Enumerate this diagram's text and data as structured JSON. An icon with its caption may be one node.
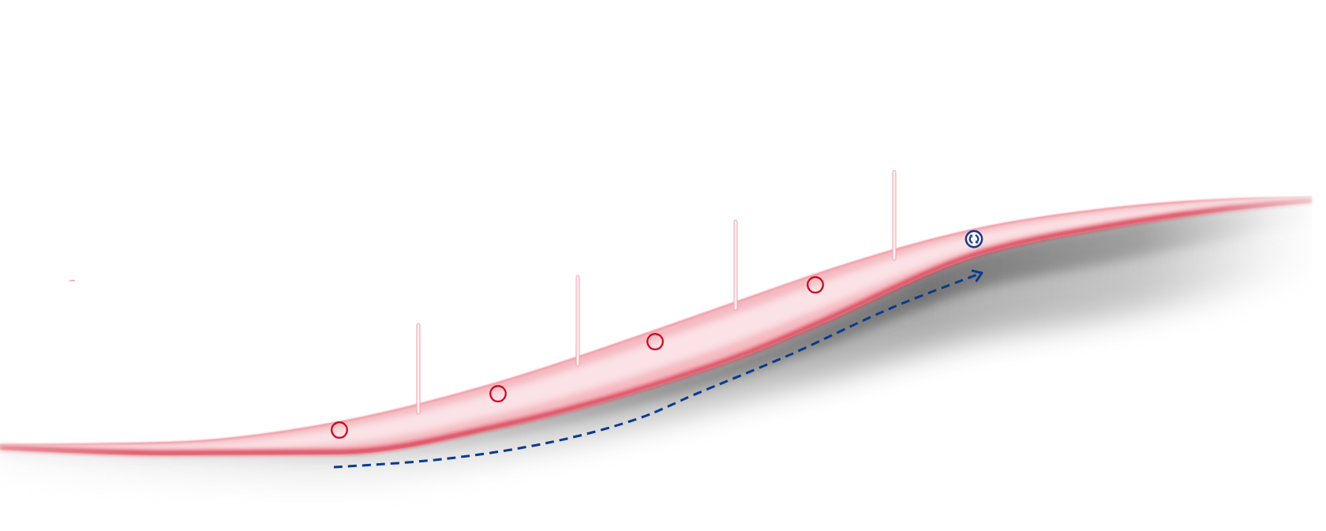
{
  "diagram": {
    "nodes": [
      {
        "text": [],
        "shape": "circle"
      },
      {
        "text": [],
        "shape": "circle"
      },
      {
        "text": [],
        "shape": "circle"
      },
      {
        "text": [],
        "shape": "circle"
      }
    ]
  }
}
